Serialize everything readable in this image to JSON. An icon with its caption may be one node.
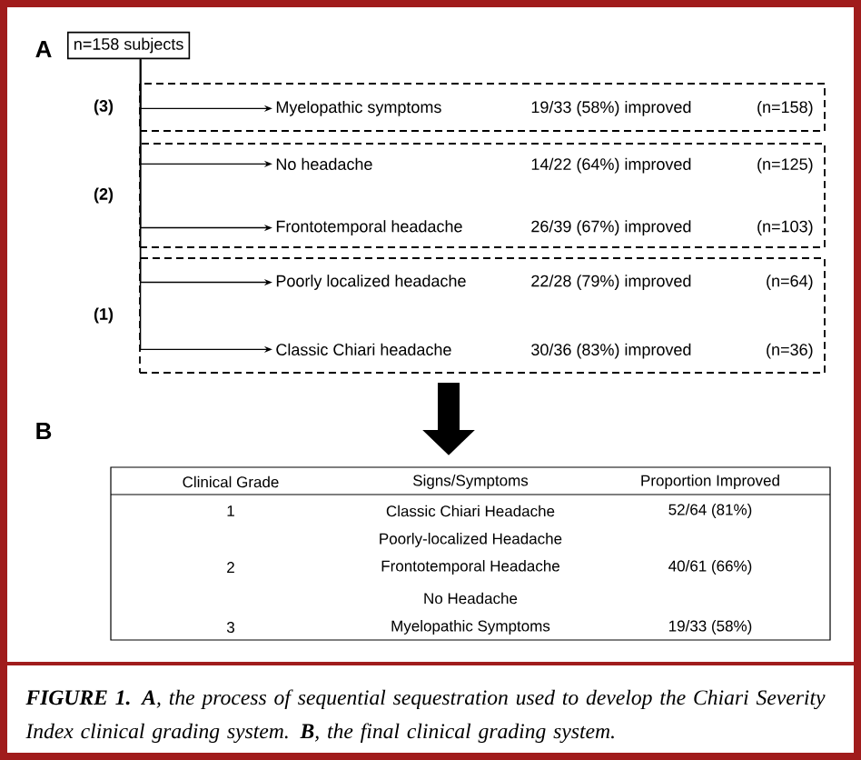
{
  "diagram": {
    "caption": "**FIGURE 1.** **A**, the process of sequential sequestration used to develop the Chiari Severity Index clinical grading system. **B**, the final clinical grading system.",
    "nodes": [
      {
        "text": [
          "n=158 subjects"
        ]
      },
      {
        "text": [
          "(3)"
        ]
      },
      {
        "text": [
          "Myelopathic symptoms"
        ],
        "beside": [
          "19/33 (58%) improved",
          "(n=158)"
        ],
        "in": 1
      },
      {
        "text": [
          "(2)"
        ]
      },
      {
        "text": [
          "No headache"
        ],
        "beside": [
          "14/22 (64%) improved",
          "(n=125)"
        ],
        "in": 3
      },
      {
        "text": [
          "Frontotemporal headache"
        ],
        "beside": [
          "26/39 (67%) improved",
          "(n=103)"
        ],
        "in": 3
      },
      {
        "text": [
          "(1)"
        ]
      },
      {
        "text": [
          "Poorly localized headache"
        ],
        "beside": [
          "22/28 (79%) improved",
          "(n=64)"
        ],
        "in": 6
      },
      {
        "text": [
          "Classic Chiari headache"
        ],
        "beside": [
          "30/36 (83%) improved",
          "(n=36)"
        ],
        "in": 6
      }
    ],
    "edges": [
      {
        "from": 0,
        "to": 2,
        "arrow": "to"
      },
      {
        "from": 0,
        "to": 4,
        "arrow": "to"
      },
      {
        "from": 0,
        "to": 5,
        "arrow": "to"
      },
      {
        "from": 0,
        "to": 7,
        "arrow": "to"
      },
      {
        "from": 0,
        "to": 8,
        "arrow": "to"
      },
      {
        "from": 6,
        "to": null,
        "arrow": "to",
        "style": "thick"
      }
    ],
    "labels": [
      "A",
      "B",
      "Clinical Grade",
      "Signs/Symptoms",
      "Proportion Improved",
      "1",
      "Classic Chiari Headache",
      "52/64 (81%)",
      "Poorly-localized Headache",
      "2",
      "Frontotemporal Headache",
      "40/61 (66%)",
      "No Headache",
      "3",
      "Myelopathic Symptoms",
      "19/33 (58%)"
    ]
  }
}
